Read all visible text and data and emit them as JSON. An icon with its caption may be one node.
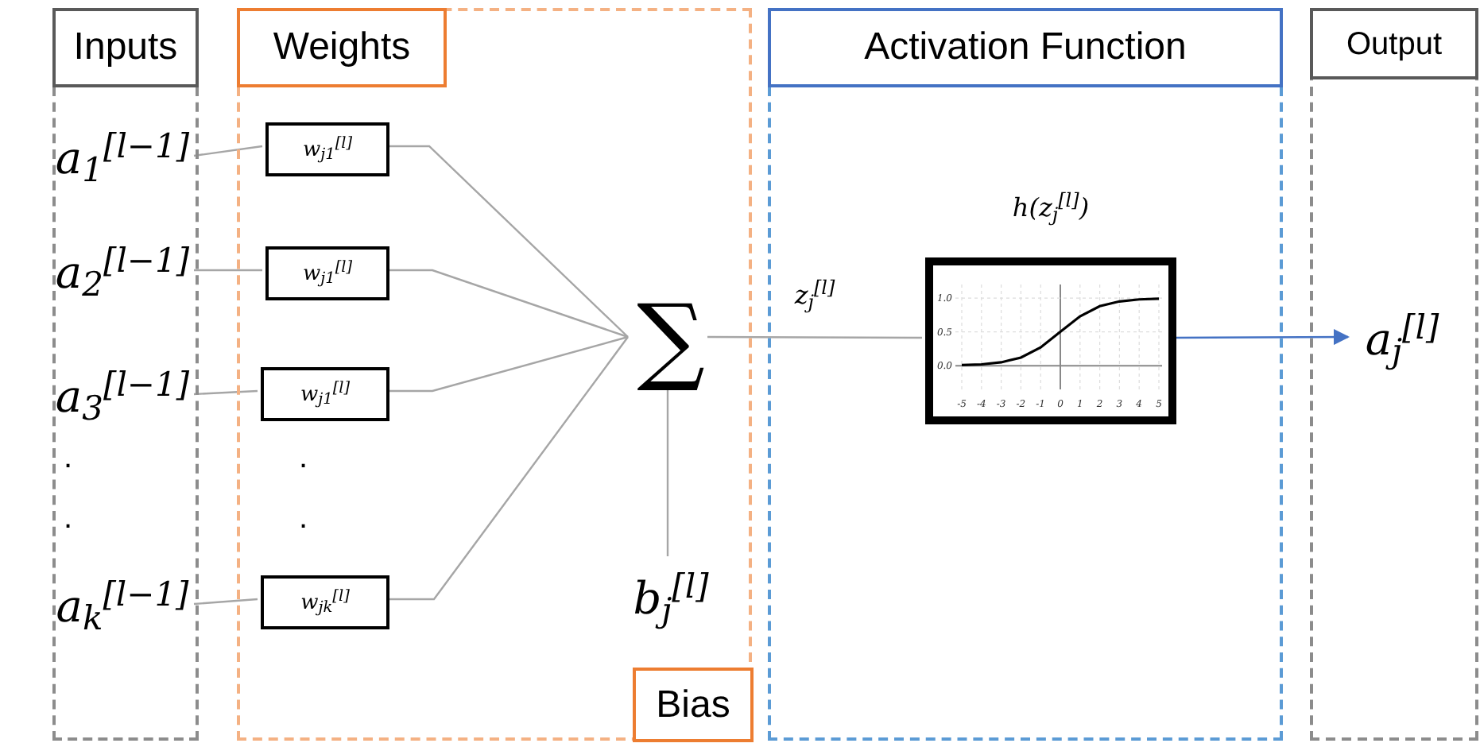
{
  "diagram": {
    "nodes": [
      {
        "text": [
          "Inputs"
        ]
      },
      {
        "text": [
          "a$_{1}$$^{[l−1]}$"
        ],
        "in": 0
      },
      {
        "text": [
          "a$_{2}$$^{[l−1]}$"
        ],
        "in": 0
      },
      {
        "text": [
          "a$_{3}$$^{[l−1]}$"
        ],
        "in": 0
      },
      {
        "text": [
          "a$_{k}$$^{[l−1]}$"
        ],
        "in": 0
      },
      {
        "text": [
          "Weights"
        ]
      },
      {
        "text": [
          "w$_{j1}$$^{[l]}$"
        ],
        "in": 5
      },
      {
        "text": [
          "w$_{j1}$$^{[l]}$"
        ],
        "in": 5
      },
      {
        "text": [
          "w$_{j1}$$^{[l]}$"
        ],
        "in": 5
      },
      {
        "text": [
          "w$_{jk}$$^{[l]}$"
        ],
        "in": 5
      },
      {
        "text": [
          "∑"
        ],
        "in": 5
      },
      {
        "text": [
          "b$_{j}$$^{[l]}$"
        ],
        "in": 5
      },
      {
        "text": [
          "Bias"
        ],
        "in": 5
      },
      {
        "text": [
          "Activation Function"
        ]
      },
      {
        "text": [],
        "shape": "box",
        "in": 13,
        "beside": [
          "h(z$_{j}$$^{[l]}$)"
        ]
      },
      {
        "text": [
          "Output"
        ]
      },
      {
        "text": [
          "a$_{j}$$^{[l]}$"
        ],
        "in": 15
      }
    ],
    "edges": [
      {
        "from": 1,
        "to": 6,
        "arrow": "none"
      },
      {
        "from": 2,
        "to": 7,
        "arrow": "none"
      },
      {
        "from": 3,
        "to": 8,
        "arrow": "none"
      },
      {
        "from": 4,
        "to": 9,
        "arrow": "none"
      },
      {
        "from": 6,
        "to": 10,
        "arrow": "none"
      },
      {
        "from": 7,
        "to": 10,
        "arrow": "none"
      },
      {
        "from": 8,
        "to": 10,
        "arrow": "none"
      },
      {
        "from": 9,
        "to": 10,
        "arrow": "none"
      },
      {
        "from": 11,
        "to": 10,
        "arrow": "none"
      },
      {
        "from": 10,
        "to": 14,
        "arrow": "none",
        "label": "z$_{j}$$^{[l]}$"
      },
      {
        "from": 14,
        "to": 16,
        "arrow": "to",
        "color": "#4472c4"
      }
    ],
    "labels": [
      ".",
      ".",
      ".",
      "."
    ],
    "chart_data": {
      "type": "line",
      "x": [
        -5,
        -4,
        -3,
        -2,
        -1,
        0,
        1,
        2,
        3,
        4,
        5
      ],
      "series": [
        {
          "color": "#000000",
          "values": [
            0.01,
            0.02,
            0.05,
            0.12,
            0.27,
            0.5,
            0.73,
            0.88,
            0.95,
            0.98,
            0.99
          ]
        }
      ],
      "xlim": [
        -5,
        5
      ],
      "ylim": [
        -0.35,
        1.2
      ],
      "grid": true,
      "xticks": [
        -5,
        -4,
        -3,
        -2,
        -1,
        0,
        1,
        2,
        3,
        4,
        5
      ],
      "yticks": [
        {
          "value": 0,
          "label": "0.0"
        },
        {
          "value": 0.5,
          "label": "0.5"
        },
        {
          "value": 1,
          "label": "1.0"
        }
      ]
    }
  }
}
